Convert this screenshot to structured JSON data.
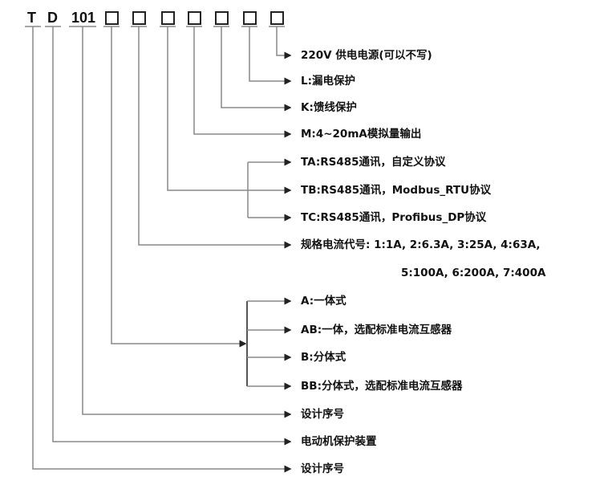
{
  "header": {
    "t": "T",
    "d": "D",
    "num": "101"
  },
  "labels": {
    "power": "220V 供电电源(可以不写)",
    "leak": "L:漏电保护",
    "feeder": "K:馈线保护",
    "analog": "M:4~20mA模拟量输出",
    "ta": "TA:RS485通讯，自定义协议",
    "tb": "TB:RS485通讯，Modbus_RTU协议",
    "tc": "TC:RS485通讯，Profibus_DP协议",
    "spec1": "规格电流代号: 1:1A, 2:6.3A, 3:25A, 4:63A,",
    "spec2": "5:100A, 6:200A, 7:400A",
    "a": "A:一体式",
    "ab": "AB:一体，选配标准电流互感器",
    "b": "B:分体式",
    "bb": "BB:分体式，选配标准电流互感器",
    "design1": "设计序号",
    "motor": "电动机保护装置",
    "design2": "设计序号"
  }
}
